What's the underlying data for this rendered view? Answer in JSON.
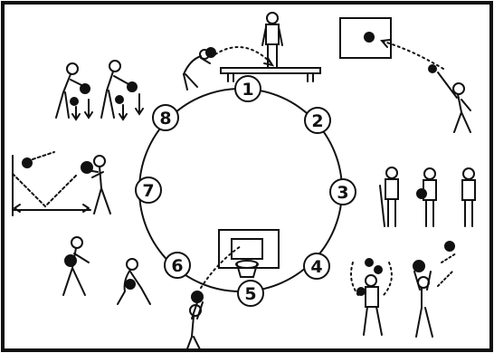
{
  "diagram": {
    "stations": [
      {
        "n": "1",
        "label": "1"
      },
      {
        "n": "2",
        "label": "2"
      },
      {
        "n": "3",
        "label": "3"
      },
      {
        "n": "4",
        "label": "4"
      },
      {
        "n": "5",
        "label": "5"
      },
      {
        "n": "6",
        "label": "6"
      },
      {
        "n": "7",
        "label": "7"
      },
      {
        "n": "8",
        "label": "8"
      }
    ],
    "line_color": "#111111",
    "background": "#ffffff"
  }
}
